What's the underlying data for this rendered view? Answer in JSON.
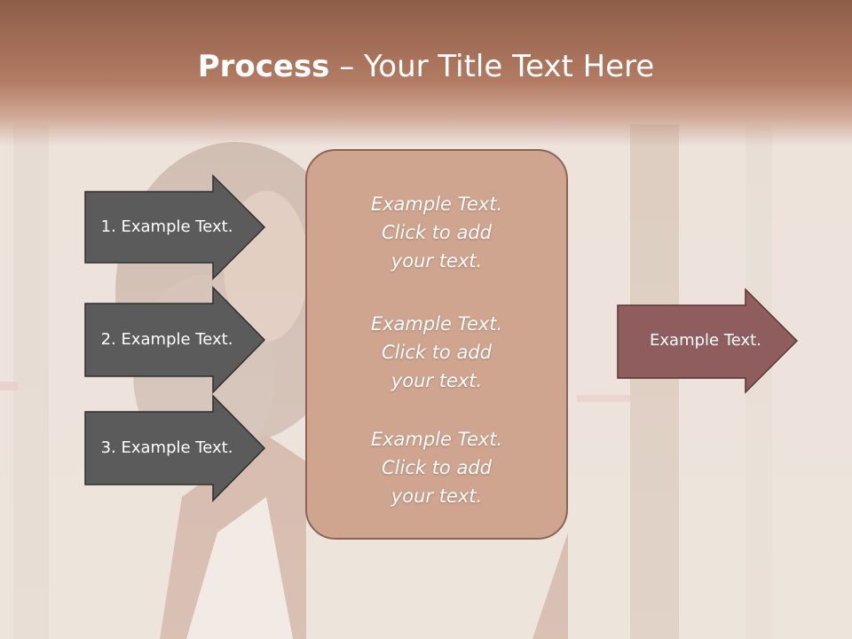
{
  "slide": {
    "title_bold": "Process",
    "title_rest": " – Your Title Text Here",
    "left_arrows": [
      {
        "label": "1. Example Text."
      },
      {
        "label": "2. Example Text."
      },
      {
        "label": "3. Example Text."
      }
    ],
    "center_blocks": [
      {
        "line1": "Example Text.",
        "line2": "Click  to add",
        "line3": "your text."
      },
      {
        "line1": "Example Text.",
        "line2": "Click  to add",
        "line3": "your text."
      },
      {
        "line1": "Example Text.",
        "line2": "Click  to add",
        "line3": "your text."
      }
    ],
    "right_arrow": {
      "label": "Example Text."
    }
  },
  "colors": {
    "title_band": "#a56f57",
    "left_arrow_fill": "#5b5b5b",
    "center_box_fill": "#d0a590",
    "right_arrow_fill": "#8f5d5d"
  }
}
